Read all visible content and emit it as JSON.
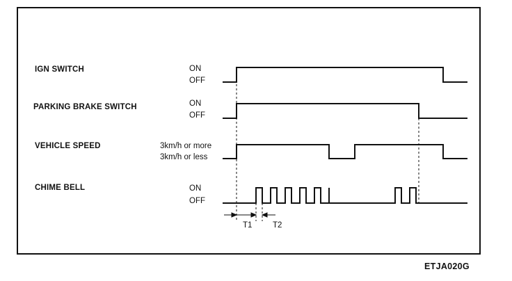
{
  "figure_id": "ETJA020G",
  "signals": [
    {
      "name": "IGN SWITCH",
      "high_label": "ON",
      "low_label": "OFF"
    },
    {
      "name": "PARKING BRAKE SWITCH",
      "high_label": "ON",
      "low_label": "OFF"
    },
    {
      "name": "VEHICLE SPEED",
      "high_label": "3km/h or more",
      "low_label": "3km/h or less"
    },
    {
      "name": "CHIME BELL",
      "high_label": "ON",
      "low_label": "OFF"
    }
  ],
  "intervals": [
    {
      "label": "T1"
    },
    {
      "label": "T2"
    }
  ]
}
